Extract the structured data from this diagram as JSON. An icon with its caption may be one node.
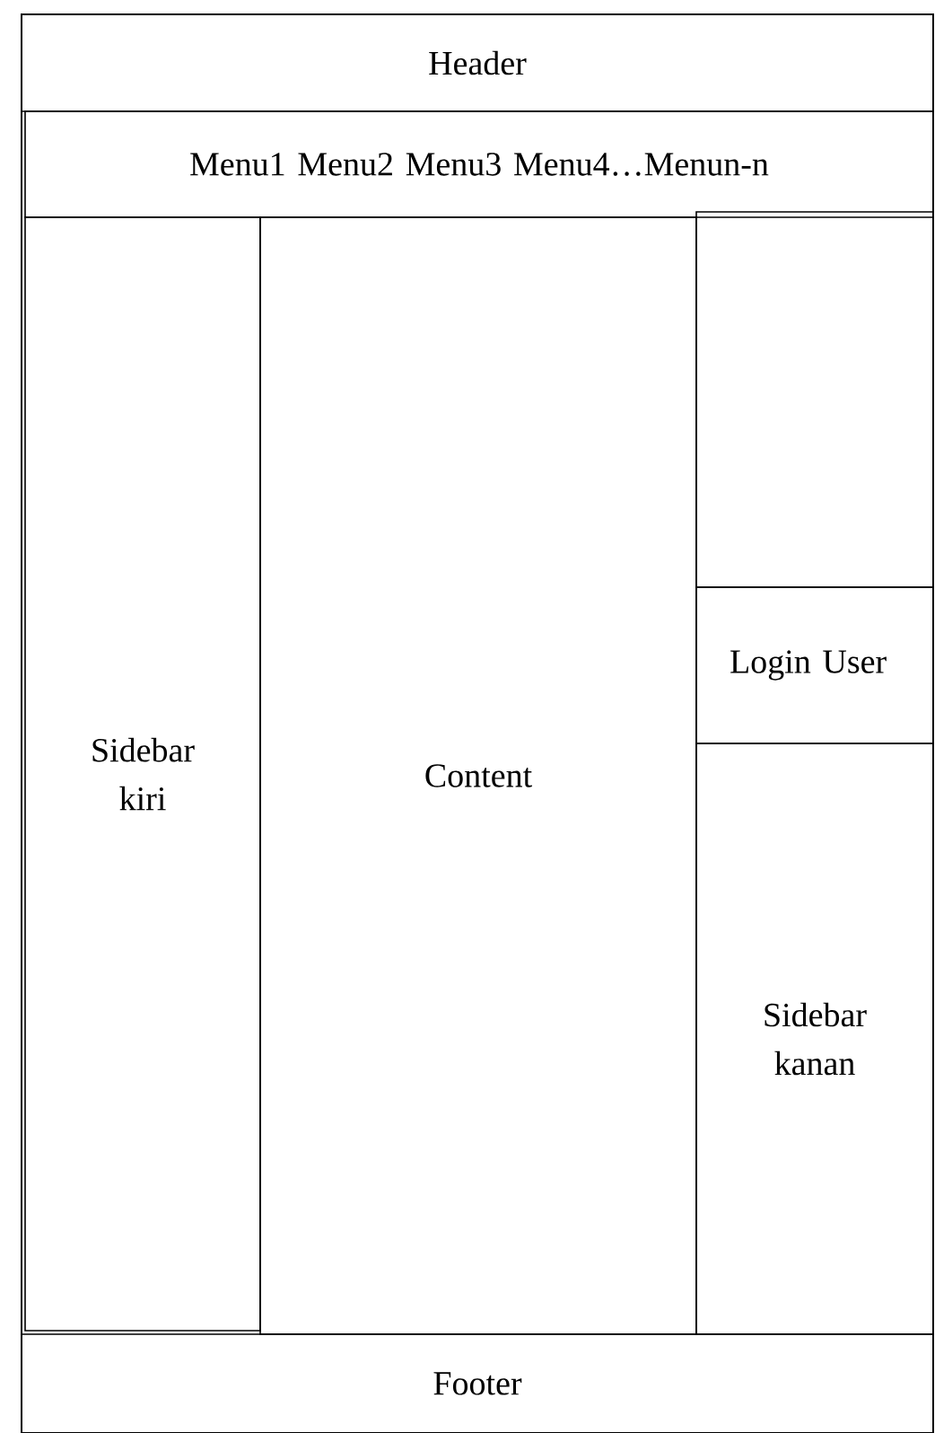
{
  "diagram": {
    "nodes": [
      {
        "text": [
          "Header"
        ]
      },
      {
        "text": [
          "Menu1 Menu2 Menu3 Menu4…Menun-n"
        ]
      },
      {
        "text": [
          "Sidebar kiri"
        ]
      },
      {
        "text": [
          "Content"
        ]
      },
      {
        "text": [],
        "shape": "box"
      },
      {
        "text": [
          "Login User"
        ]
      },
      {
        "text": [
          "Sidebar kanan"
        ]
      },
      {
        "text": [
          "Footer"
        ]
      }
    ]
  }
}
